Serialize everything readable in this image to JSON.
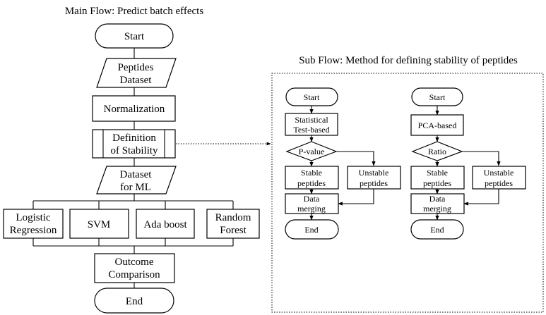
{
  "main_flow": {
    "title": "Main Flow: Predict batch effects",
    "start": "Start",
    "peptides_dataset": [
      "Peptides",
      "Dataset"
    ],
    "normalization": "Normalization",
    "definition": [
      "Definition",
      "of Stability"
    ],
    "dataset_ml": [
      "Dataset",
      "for ML"
    ],
    "logistic": [
      "Logistic",
      "Regression"
    ],
    "svm": "SVM",
    "adaboost": "Ada boost",
    "random_forest": [
      "Random",
      "Forest"
    ],
    "outcome": [
      "Outcome",
      "Comparison"
    ],
    "end": "End"
  },
  "sub_flow": {
    "title": "Sub Flow: Method for defining stability of peptides",
    "left": {
      "start": "Start",
      "method": [
        "Statistical",
        "Test-based"
      ],
      "decision": "P-value",
      "stable": [
        "Stable",
        "peptides"
      ],
      "unstable": [
        "Unstable",
        "peptides"
      ],
      "merge": [
        "Data",
        "merging"
      ],
      "end": "End"
    },
    "right": {
      "start": "Start",
      "method": "PCA-based",
      "decision": "Ratio",
      "stable": [
        "Stable",
        "peptides"
      ],
      "unstable": [
        "Unstable",
        "peptides"
      ],
      "merge": [
        "Data",
        "merging"
      ],
      "end": "End"
    }
  }
}
